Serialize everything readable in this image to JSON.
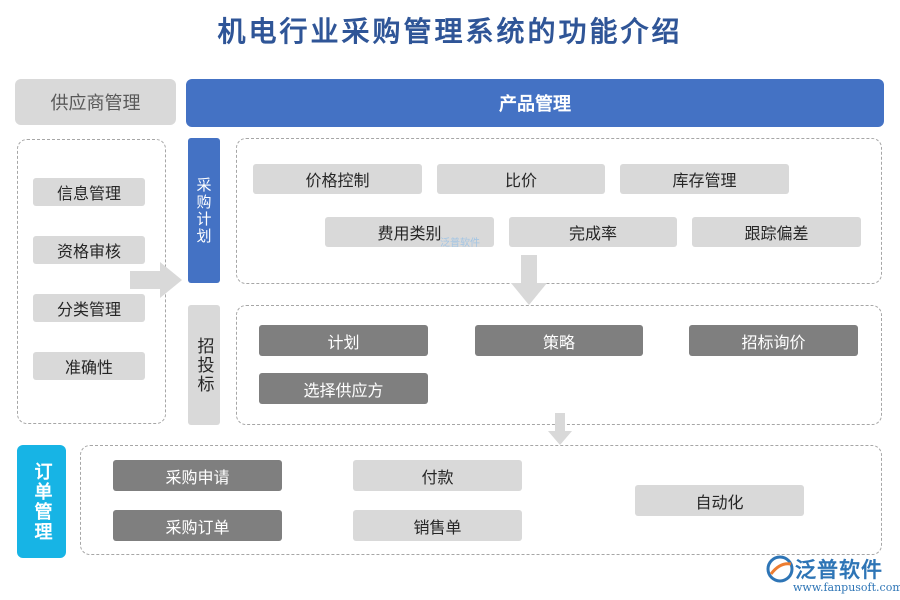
{
  "title": "机电行业采购管理系统的功能介绍",
  "headers": {
    "supplier": "供应商管理",
    "product": "产品管理"
  },
  "supplier_items": [
    "信息管理",
    "资格审核",
    "分类管理",
    "准确性"
  ],
  "section_labels": {
    "plan": "采购计划",
    "bidding": "招投标",
    "order": "订单管理"
  },
  "plan_items": [
    "价格控制",
    "比价",
    "库存管理",
    "费用类别",
    "完成率",
    "跟踪偏差"
  ],
  "bidding_items": [
    "计划",
    "策略",
    "招标询价",
    "选择供应方"
  ],
  "order_items": [
    "采购申请",
    "采购订单",
    "付款",
    "销售单",
    "自动化"
  ],
  "watermark": "泛普软件",
  "logo": {
    "name": "泛普软件",
    "url": "www.fanpusoft.com"
  },
  "colors": {
    "title": "#2f5597",
    "accent_blue": "#4472c4",
    "order_cyan": "#17b4e5",
    "chip_light": "#d9d9d9",
    "chip_dark": "#7f7f7f"
  }
}
